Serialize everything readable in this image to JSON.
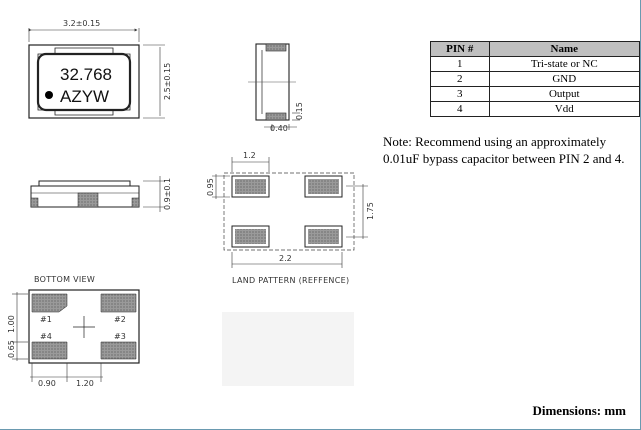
{
  "top_view": {
    "width_dim": "3.2±0.15",
    "height_dim": "2.5±0.15",
    "marking_line1": "32.768",
    "marking_line2": "AZYW"
  },
  "side_view": {
    "dim_a": "0.15",
    "dim_b": "0.40"
  },
  "front_view": {
    "height_dim": "0.9±0.1"
  },
  "bottom_view": {
    "caption": "BOTTOM VIEW",
    "pad_labels": [
      "#1",
      "#2",
      "#3",
      "#4"
    ],
    "dim_pad_height": "1.00",
    "dim_pad_small": "0.65",
    "dim_pad_width": "0.90",
    "dim_gap": "1.20"
  },
  "land_pattern": {
    "caption": "LAND PATTERN (REFFENCE)",
    "dim_pad_width": "1.2",
    "dim_pad_height": "0.95",
    "dim_total_width": "2.2",
    "dim_total_height": "1.75"
  },
  "pin_table": {
    "headers": [
      "PIN #",
      "Name"
    ],
    "rows": [
      [
        "1",
        "Tri-state or NC"
      ],
      [
        "2",
        "GND"
      ],
      [
        "3",
        "Output"
      ],
      [
        "4",
        "Vdd"
      ]
    ]
  },
  "note": "Note: Recommend using an approximately 0.01uF bypass capacitor between PIN 2 and 4.",
  "dimensions_label": "Dimensions: mm",
  "colors": {
    "pad": "#8a8a8a",
    "pad_dark": "#444444",
    "frame": "#6a9ab0"
  }
}
